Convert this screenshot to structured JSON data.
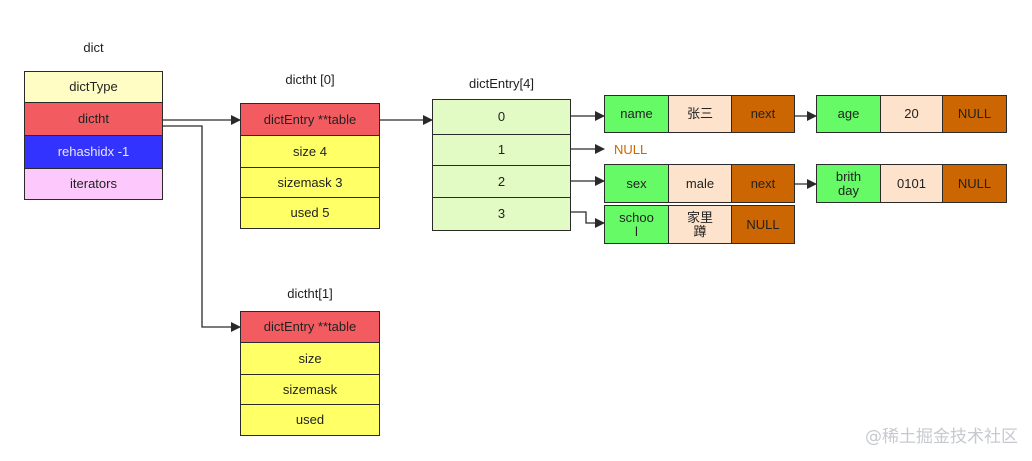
{
  "dict": {
    "title": "dict",
    "fields": [
      "dictType",
      "dictht",
      "rehashidx  -1",
      "iterators"
    ]
  },
  "dictht0": {
    "title": "dictht [0]",
    "fields": [
      "dictEntry **table",
      "size  4",
      "sizemask  3",
      "used  5"
    ]
  },
  "dictht1": {
    "title": "dictht[1]",
    "fields": [
      "dictEntry **table",
      "size",
      "sizemask",
      "used"
    ]
  },
  "dictEntry": {
    "title": "dictEntry[4]",
    "slots": [
      "0",
      "1",
      "2",
      "3"
    ]
  },
  "nodes": {
    "n_name": {
      "key": "name",
      "value": "张三",
      "next": "next"
    },
    "n_age": {
      "key": "age",
      "value": "20",
      "next": "NULL"
    },
    "n_sex": {
      "key": "sex",
      "value": "male",
      "next": "next"
    },
    "n_birthday": {
      "key": "brith\nday",
      "value": "0101",
      "next": "NULL"
    },
    "n_school": {
      "key": "schoo\nl",
      "value": "家里\n蹲",
      "next": "NULL"
    }
  },
  "slot1_null": "NULL",
  "watermark": "@稀土掘金技术社区",
  "colors": {
    "ltyellow": "#fffdc4",
    "red": "#f25c60",
    "blue": "#3333ff",
    "pink": "#fdc9fd",
    "yellow": "#ffff66",
    "ltgreen": "#e2fac4",
    "green": "#66fb66",
    "peach": "#fde3cc",
    "orange": "#cc6602"
  }
}
